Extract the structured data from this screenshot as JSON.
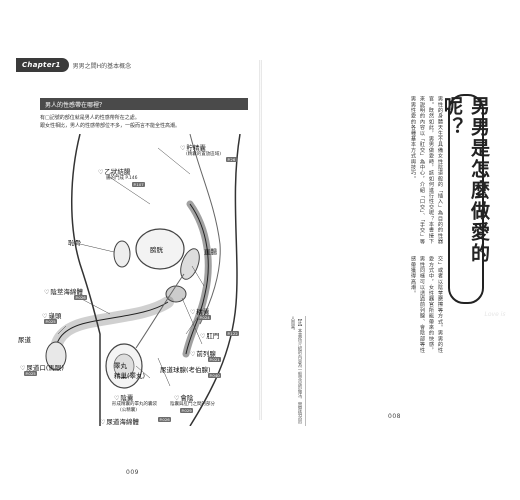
{
  "left_page": {
    "chapter_badge": "Chapter1",
    "chapter_title": "男男之間H的基本概念",
    "section_title": "男人的性感帶在哪裡？",
    "intro_line1": "有□記號的部位就是男人的性感帶所在之處。",
    "intro_line2": "跟女性相比，男人的性感帶部位不多，一般而言不能全性高潮。",
    "page_number": "009",
    "figure_labels": {
      "seminal_vesicle": "貯精囊",
      "seminal_vesicle_sub": "(精囊的置放區域)",
      "seminal_vesicle_tag": "P.26",
      "sigmoid_colon": "乙狀結腸",
      "sigmoid_colon_sub": "腸的門成 P.146",
      "sigmoid_colon_tag": "P.107",
      "pubic_bone": "恥骨",
      "bladder": "膀胱",
      "rectum": "直腸",
      "corpus_spongiosum": "陰莖海綿體",
      "corpus_spongiosum_tag": "P.026",
      "glans": "龜頭",
      "glans_tag": "P.025",
      "urethra": "尿道",
      "testis_outer": "睪丸",
      "testis_inner": "精巢",
      "testis_inner_sub": "(睪丸)",
      "scrotum": "陰囊",
      "scrotum_sub": "形成精囊的睪丸的囊袋",
      "scrotum_sub2": "(公精囊)",
      "perineum": "會陰",
      "perineum_sub": "陰囊與肛門之間的部分",
      "perineum_tag": "P.029",
      "ejaculatory": "精囊",
      "ejaculatory_tag": "P.024",
      "anus": "肛門",
      "anus_tag": "P.122",
      "prostate": "前列腺",
      "prostate_tag": "P.021",
      "cowper": "尿道球腺",
      "cowper_sub": "(考伯腺)",
      "cowper_tag": "P.040",
      "urethral_opening": "尿道口",
      "urethral_opening_sub": "(馬眼)",
      "urethral_opening_tag": "P.025",
      "urethral_sponge": "尿道海綿體",
      "urethral_sponge_tag": "P.026"
    }
  },
  "right_page": {
    "title": "男男是怎麼做愛的呢？",
    "body_1": "男性的身體天生不具備女性陰道般的「插入」為目的的性器官。既然如此，男男做愛時，該如何進行性交呢？本書接下來說明的內容以「肛交」為中心，介紹「口交」、「手交」等男男性愛的各種基本方式與技巧。",
    "body_2": "交」或者以陰莖磨擦等方式。男男的性愛方式中，女性器官所能帶來的快感，男性同樣可以透過前列腺、會陰部等性感帶獲得高潮。",
    "notes": "【註】本書所介紹的內容為一般常見的做法，實際情況因人而異。",
    "deco": "Love is",
    "page_number": "008"
  }
}
